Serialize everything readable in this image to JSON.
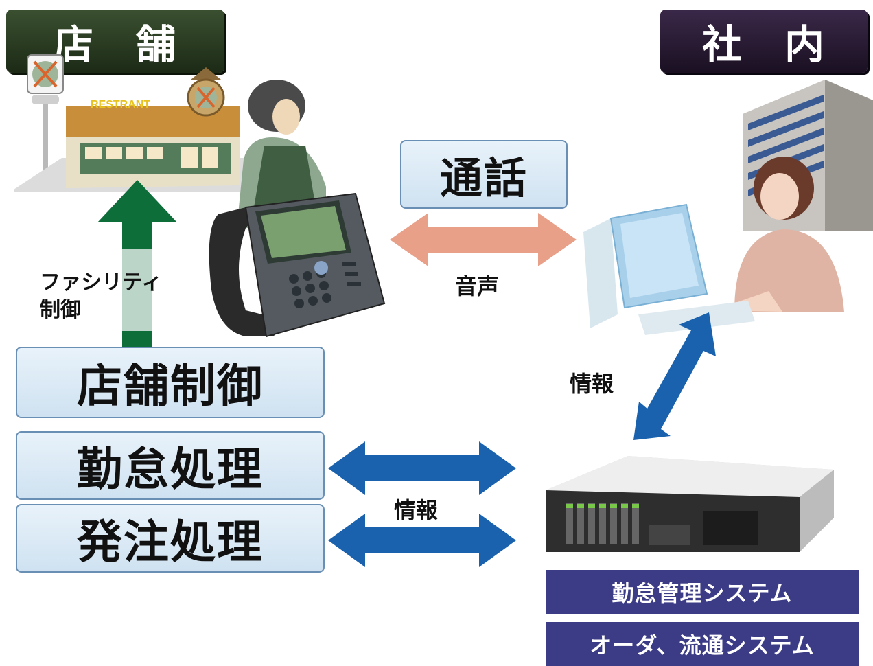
{
  "headers": {
    "store": "店　舗",
    "office": "社　内"
  },
  "illustrations": {
    "restaurant_sign": "RESTRANT"
  },
  "left_boxes": {
    "store_control": "店舗制御",
    "attendance": "勤怠処理",
    "ordering": "発注処理"
  },
  "call_box": "通話",
  "labels": {
    "facility_line1": "ファシリティ",
    "facility_line2": "制御",
    "voice": "音声",
    "info_vertical": "情報",
    "info_horizontal": "情報"
  },
  "systems": [
    {
      "label": "勤怠管理システム"
    },
    {
      "label": "オーダ、流通システム"
    }
  ],
  "colors": {
    "green_arrow": "#0e6e3a",
    "voice_arrow": "#e8a088",
    "info_arrow": "#1a62ad",
    "system_bar": "#3c3c86"
  },
  "icons": [
    "restaurant-illustration",
    "store-clerk-illustration",
    "ip-phone-illustration",
    "office-building-illustration",
    "office-worker-illustration",
    "pc-monitor-illustration",
    "rack-server-illustration"
  ]
}
